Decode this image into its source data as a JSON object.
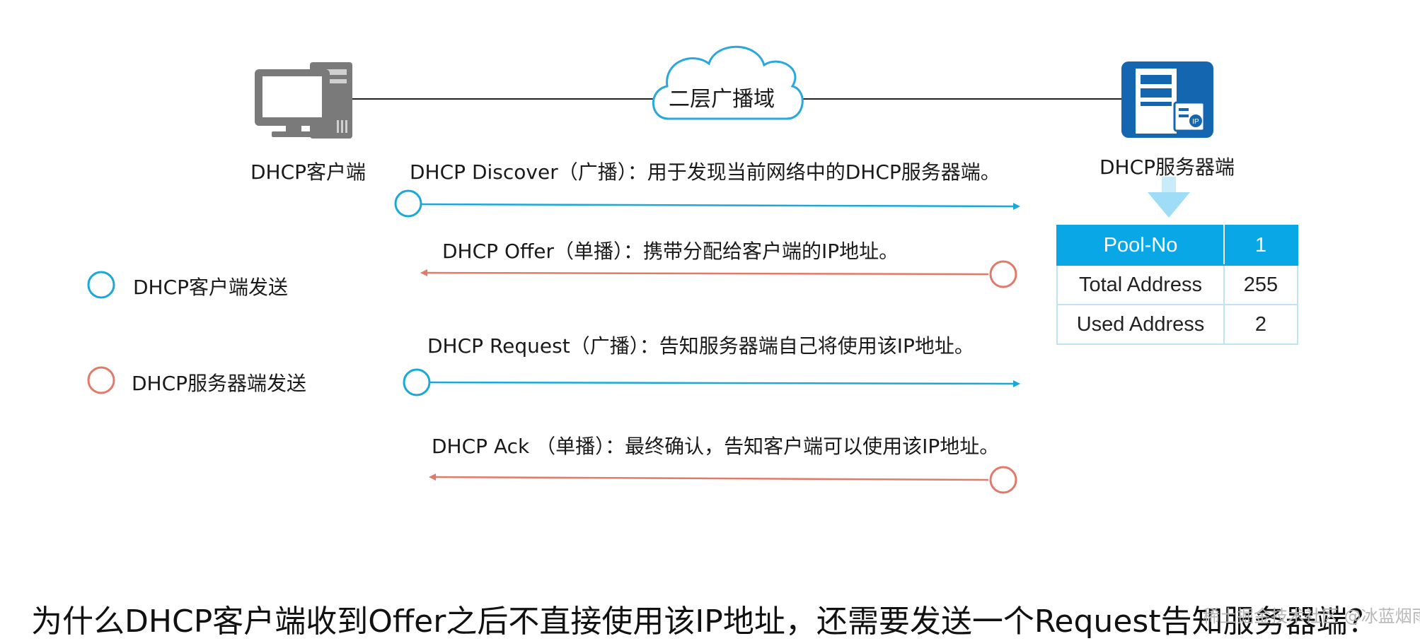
{
  "network": {
    "domain_label": "二层广播域"
  },
  "client": {
    "label": "DHCP客户端"
  },
  "server": {
    "label": "DHCP服务器端"
  },
  "legend": {
    "client_send": {
      "label": "DHCP客户端发送",
      "color": "#1aa8d8"
    },
    "server_send": {
      "label": "DHCP服务器端发送",
      "color": "#e07a6a"
    }
  },
  "messages": [
    {
      "text": "DHCP Discover（广播）：用于发现当前网络中的DHCP服务器端。",
      "sender": "client"
    },
    {
      "text": "DHCP Offer（单播）：携带分配给客户端的IP地址。",
      "sender": "server"
    },
    {
      "text": "DHCP Request（广播）：告知服务器端自己将使用该IP地址。",
      "sender": "client"
    },
    {
      "text": "DHCP Ack （单播）：最终确认，告知客户端可以使用该IP地址。",
      "sender": "server"
    }
  ],
  "pool_table": {
    "header": {
      "key": "Pool-No",
      "value": "1"
    },
    "rows": [
      {
        "key": "Total Address",
        "value": "255"
      },
      {
        "key": "Used Address",
        "value": "2"
      }
    ],
    "header_color": "#0aa7e6"
  },
  "question": "为什么DHCP客户端收到Offer之后不直接使用该IP地址，还需要发送一个Request告知服务器端？",
  "watermark": "稀土掘金技术社区 @冰蓝烟雨"
}
